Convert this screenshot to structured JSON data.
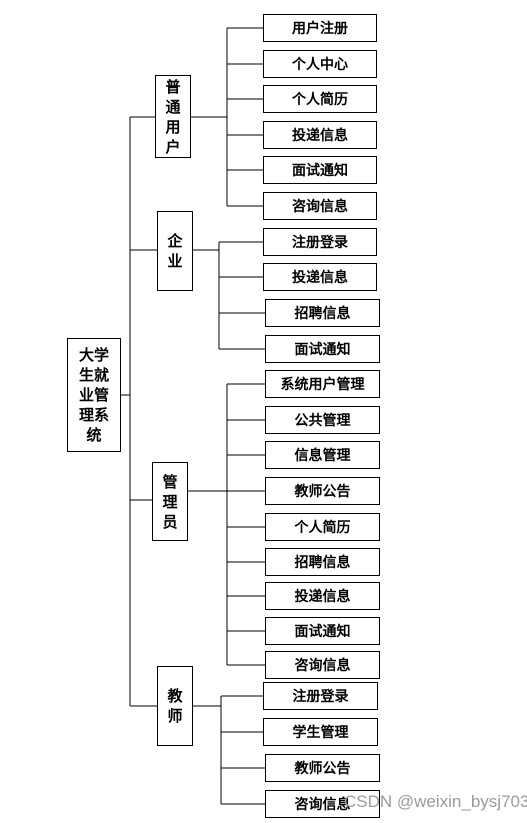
{
  "root": {
    "label": "大学生就业管理系统"
  },
  "groups": [
    {
      "label": "普通用户",
      "items": [
        "用户注册",
        "个人中心",
        "个人简历",
        "投递信息",
        "面试通知",
        "咨询信息"
      ]
    },
    {
      "label": "企业",
      "items": [
        "注册登录",
        "投递信息",
        "招聘信息",
        "面试通知"
      ]
    },
    {
      "label": "管理员",
      "items": [
        "系统用户管理",
        "公共管理",
        "信息管理",
        "教师公告",
        "个人简历",
        "招聘信息",
        "投递信息",
        "面试通知",
        "咨询信息"
      ]
    },
    {
      "label": "教师",
      "items": [
        "注册登录",
        "学生管理",
        "教师公告",
        "咨询信息"
      ]
    }
  ],
  "watermark": "CSDN @weixin_bysj703"
}
